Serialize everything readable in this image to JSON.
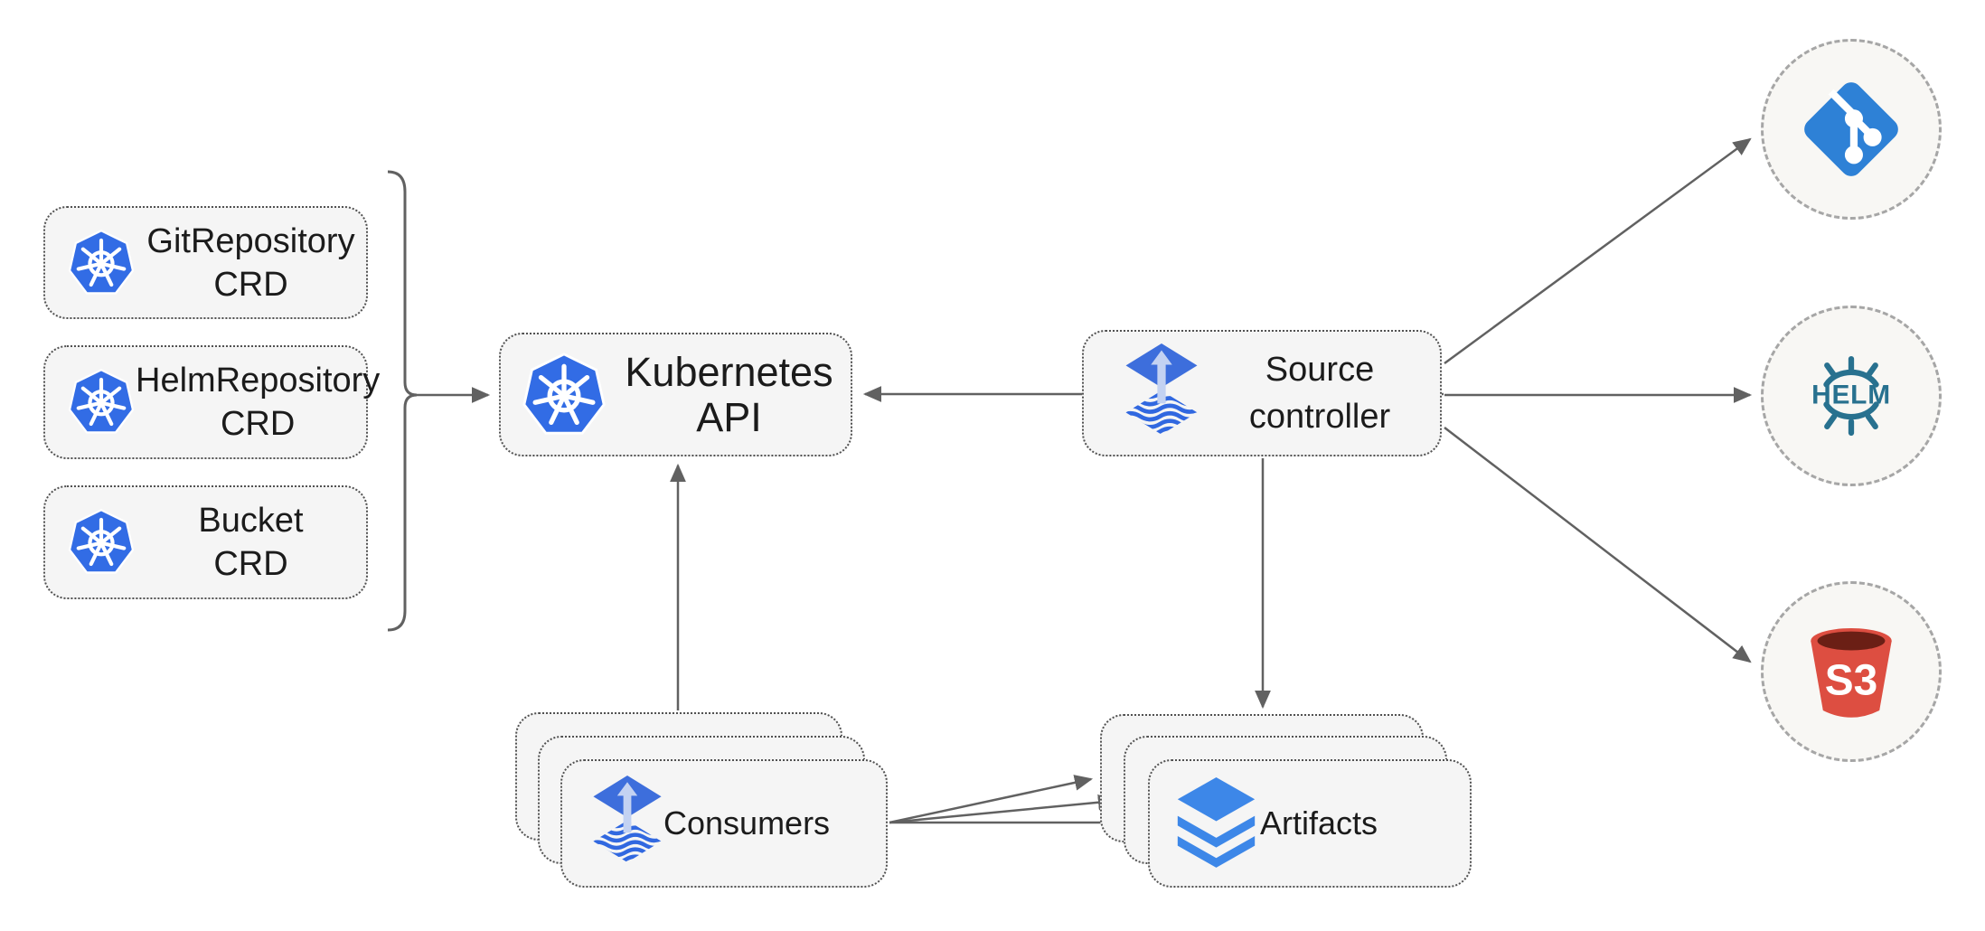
{
  "nodes": {
    "crd_boxes": [
      {
        "id": "gitrepository-crd",
        "line1": "GitRepository",
        "line2": "CRD",
        "icon": "kubernetes-icon"
      },
      {
        "id": "helmrepository-crd",
        "line1": "HelmRepository",
        "line2": "CRD",
        "icon": "kubernetes-icon"
      },
      {
        "id": "bucket-crd",
        "line1": "Bucket",
        "line2": "CRD",
        "icon": "kubernetes-icon"
      }
    ],
    "kubernetes_api": {
      "label": "Kubernetes API",
      "icon": "kubernetes-icon"
    },
    "source_controller": {
      "line1": "Source",
      "line2": "controller",
      "icon": "flux-icon"
    },
    "consumers": {
      "label": "Consumers",
      "icon": "flux-icon",
      "stack_count": 3
    },
    "artifacts": {
      "label": "Artifacts",
      "icon": "layers-icon",
      "stack_count": 3
    },
    "endpoints": {
      "git": {
        "icon": "git-icon"
      },
      "helm": {
        "icon": "helm-wheel-icon",
        "label": "HELM"
      },
      "s3": {
        "icon": "s3-bucket-icon",
        "label": "S3"
      }
    }
  },
  "edges": [
    {
      "from": "crd-group",
      "to": "kubernetes-api",
      "style": "bracket-arrow"
    },
    {
      "from": "source-controller",
      "to": "kubernetes-api"
    },
    {
      "from": "source-controller",
      "to": "git-endpoint"
    },
    {
      "from": "source-controller",
      "to": "helm-endpoint"
    },
    {
      "from": "source-controller",
      "to": "s3-endpoint"
    },
    {
      "from": "source-controller",
      "to": "artifacts"
    },
    {
      "from": "consumers",
      "to": "kubernetes-api"
    },
    {
      "from": "consumers",
      "to": "artifacts",
      "count": 3
    }
  ],
  "colors": {
    "background": "#ffffff",
    "node_fill": "#f5f5f5",
    "node_border": "#515151",
    "circle_fill": "#f8f7f4",
    "circle_border": "#a6a6a6",
    "connector": "#616161",
    "text": "#1b1b1b",
    "kubernetes_blue": "#326ce5",
    "flux_blue": "#3d6edc",
    "flux_arrow_light": "#c3d2f2",
    "flux_wave_blue": "#3168e0",
    "layers_blue": "#3d87e8",
    "git_blue": "#2e81d6",
    "helm_teal": "#28718f",
    "s3_red": "#dd4e41",
    "s3_dark_interior": "#6b1f15"
  }
}
